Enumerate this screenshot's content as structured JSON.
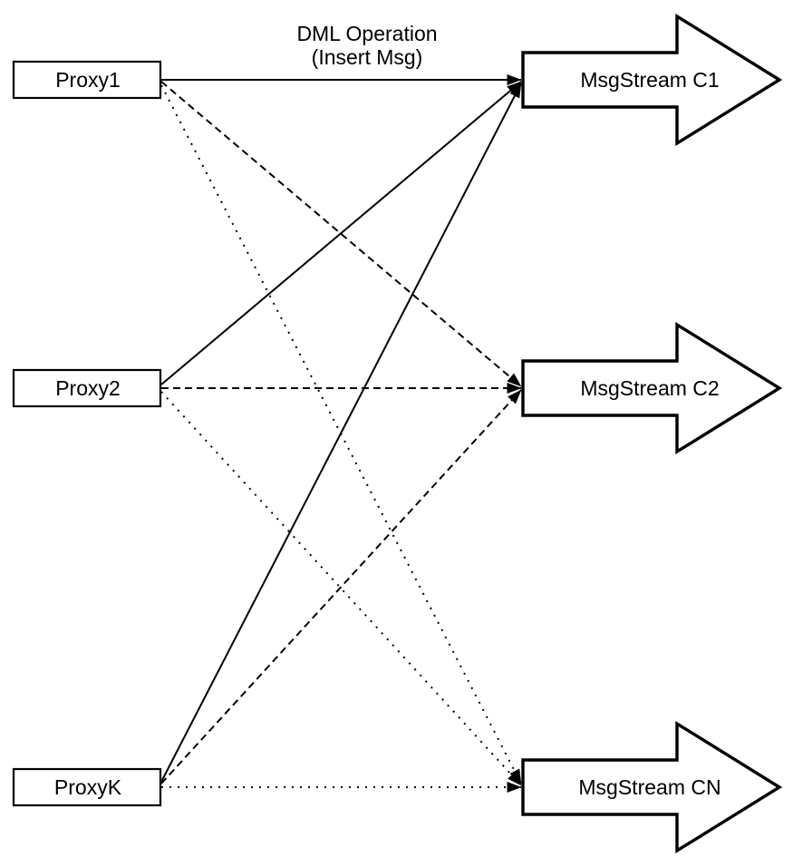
{
  "diagram": {
    "title_label": {
      "line1": "DML Operation",
      "line2": "(Insert Msg)"
    },
    "proxies": [
      {
        "label": "Proxy1"
      },
      {
        "label": "Proxy2"
      },
      {
        "label": "ProxyK"
      }
    ],
    "streams": [
      {
        "label": "MsgStream C1"
      },
      {
        "label": "MsgStream C2"
      },
      {
        "label": "MsgStream CN"
      }
    ],
    "edges": [
      {
        "from": "Proxy1",
        "to": "MsgStream C1",
        "style": "solid"
      },
      {
        "from": "Proxy1",
        "to": "MsgStream C2",
        "style": "dashed"
      },
      {
        "from": "Proxy1",
        "to": "MsgStream CN",
        "style": "dotted"
      },
      {
        "from": "Proxy2",
        "to": "MsgStream C1",
        "style": "solid"
      },
      {
        "from": "Proxy2",
        "to": "MsgStream C2",
        "style": "dashed"
      },
      {
        "from": "Proxy2",
        "to": "MsgStream CN",
        "style": "dotted"
      },
      {
        "from": "ProxyK",
        "to": "MsgStream C1",
        "style": "solid"
      },
      {
        "from": "ProxyK",
        "to": "MsgStream C2",
        "style": "dashed"
      },
      {
        "from": "ProxyK",
        "to": "MsgStream CN",
        "style": "dotted"
      }
    ],
    "colors": {
      "stroke": "#000000",
      "node_fill": "#ffffff",
      "background": "#ffffff"
    }
  }
}
